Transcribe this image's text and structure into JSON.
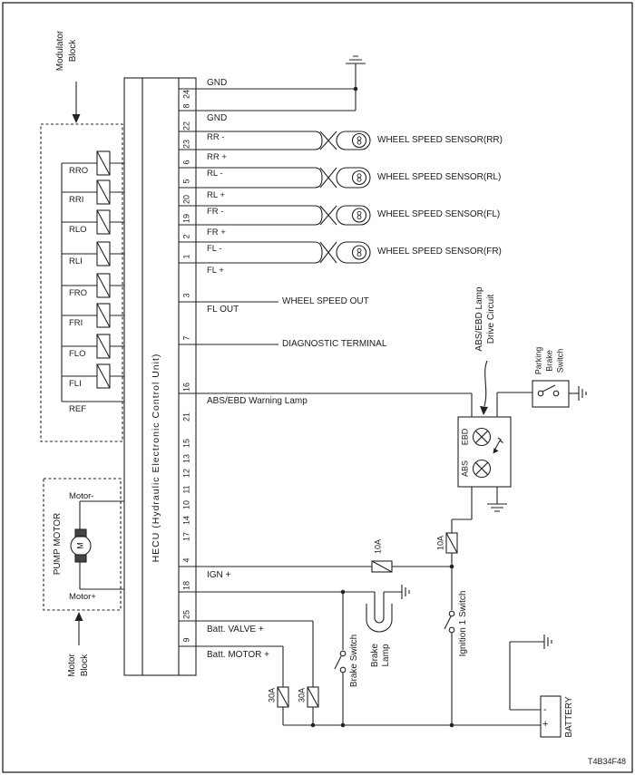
{
  "doc_code": "T4B34F48",
  "colors": {
    "line": "#222222",
    "background": "#ffffff"
  },
  "modulator": {
    "block_label": [
      "Modulator",
      "Block"
    ],
    "valves": [
      "RRO",
      "RRI",
      "RLO",
      "RLI",
      "FRO",
      "FRI",
      "FLO",
      "FLI"
    ],
    "ref": "REF"
  },
  "pump": {
    "block_label": [
      "Motor",
      "Block"
    ],
    "box_label": "PUMP MOTOR",
    "m": "M",
    "minus": "Motor-",
    "plus": "Motor+"
  },
  "hecu": {
    "label": "HECU (Hydraulic Electronic Control Unit)"
  },
  "pins": [
    "24",
    "8",
    "22",
    "23",
    "6",
    "5",
    "20",
    "19",
    "2",
    "1",
    "3",
    "7",
    "16",
    "21",
    "15",
    "13",
    "12",
    "11",
    "10",
    "14",
    "17",
    "4",
    "18",
    "25",
    "9"
  ],
  "sensors": [
    {
      "minus": "RR -",
      "plus": "RR +",
      "name": "WHEEL SPEED SENSOR(RR)"
    },
    {
      "minus": "RL -",
      "plus": "RL +",
      "name": "WHEEL SPEED SENSOR(RL)"
    },
    {
      "minus": "FR -",
      "plus": "FR +",
      "name": "WHEEL SPEED SENSOR(FL)"
    },
    {
      "minus": "FL -",
      "plus": "FL +",
      "name": "WHEEL SPEED SENSOR(FR)"
    }
  ],
  "labels": {
    "gnd_top": "GND",
    "gnd_bottom": "GND",
    "fl_out": "FL OUT",
    "wheel_speed_out": "WHEEL SPEED OUT",
    "diagnostic": "DIAGNOSTIC TERMINAL",
    "warning_lamp": "ABS/EBD Warning Lamp",
    "ign": "IGN +",
    "batt_valve": "Batt. VALVE +",
    "batt_motor": "Batt. MOTOR +"
  },
  "lamp_unit": {
    "drive_label": [
      "ABS/EBD Lamp",
      "Drive Circuit"
    ],
    "ebd": "EBD",
    "abs": "ABS"
  },
  "parking": [
    "Parking",
    "Brake",
    "Switch"
  ],
  "fuses": {
    "ign_10a": "10A",
    "lamp_10a": "10A",
    "valve_30a": "30A",
    "motor_30a": "30A"
  },
  "brake": {
    "switch": "Brake Switch",
    "lamp": [
      "Brake",
      "Lamp"
    ]
  },
  "ignition": "Ignition 1 Switch",
  "battery": {
    "label": "BATTERY",
    "minus": "-",
    "plus": "+"
  }
}
